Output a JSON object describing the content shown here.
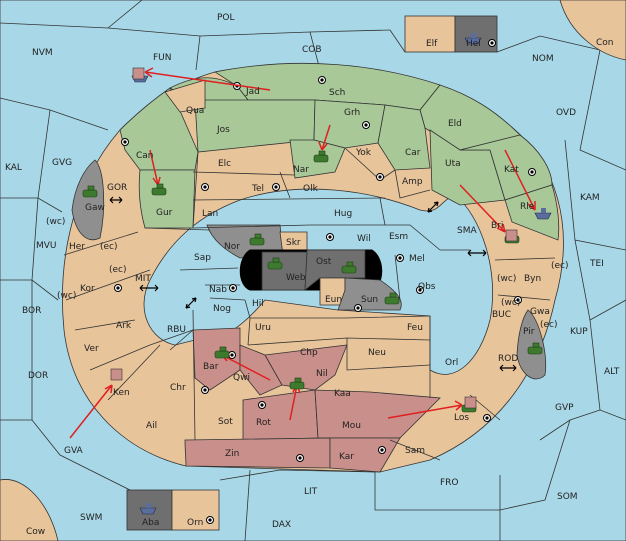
{
  "colors": {
    "sea": "#a8d8e8",
    "neutral": "#e8c49a",
    "green_power": "#a8c898",
    "rose_power": "#c98f8a",
    "grey_power": "#8f8f8f",
    "order_arrow": "#e02020",
    "army": "#3d7a2e"
  },
  "regions": {
    "pol": "POL",
    "nvm": "NVM",
    "fun": "FUN",
    "cob": "COB",
    "nom": "NOM",
    "con": "Con",
    "elf": "Elf",
    "hel": "Hel",
    "ovd": "OVD",
    "kal": "KAL",
    "gvg": "GVG",
    "kam": "KAM",
    "tei": "TEI",
    "mvu": "MVU",
    "bor": "BOR",
    "dor": "DOR",
    "kup": "KUP",
    "alt": "ALT",
    "gva": "GVA",
    "gvp": "GVP",
    "fro": "FRO",
    "som": "SOM",
    "lit": "LIT",
    "swm": "SWM",
    "dax": "DAX",
    "cow": "Cow",
    "aba": "Aba",
    "orn": "Orn",
    "jad": "Jad",
    "sch": "Sch",
    "qua": "Qua",
    "jos": "Jos",
    "grh": "Grh",
    "eld": "Eld",
    "can": "Can",
    "elc": "Elc",
    "nar": "Nar",
    "yok": "Yok",
    "car": "Car",
    "uta": "Uta",
    "kat": "Kat",
    "gor": "GOR",
    "gaw": "Gaw",
    "gur": "Gur",
    "tel": "Tel",
    "olk": "Olk",
    "amp": "Amp",
    "lan": "Lan",
    "hug": "Hug",
    "bri": "Bri",
    "rle": "Rle",
    "sma": "SMA",
    "wc1": "(wc)",
    "her": "Her",
    "ec1": "(ec)",
    "nor": "Nor",
    "skr": "Skr",
    "wil": "Wil",
    "esm": "Esm",
    "sap": "Sap",
    "ost": "Ost",
    "web": "Web",
    "mel": "Mel",
    "wc2": "(wc)",
    "byn": "Byn",
    "ec2": "(ec)",
    "ec3": "(ec)",
    "mit": "MIT",
    "kor": "Kor",
    "wc3": "(wc)",
    "nab": "Nab",
    "eun": "Eun",
    "sun": "Sun",
    "obs": "Obs",
    "wc4": "(wc)",
    "gwa": "Gwa",
    "ec4": "(ec)",
    "hil": "Hil",
    "ark": "Ark",
    "rbu": "RBU",
    "nog": "Nog",
    "uru": "Uru",
    "feu": "Feu",
    "buc": "BUC",
    "pir": "Pir",
    "ver": "Ver",
    "chp": "Chp",
    "neu": "Neu",
    "orl": "Orl",
    "rod": "ROD",
    "bar": "Bar",
    "qwi": "Qwi",
    "nil": "Nil",
    "ken": "Ken",
    "chr": "Chr",
    "kaa": "Kaa",
    "ail": "Ail",
    "sot": "Sot",
    "rot": "Rot",
    "mou": "Mou",
    "los": "Los",
    "zin": "Zin",
    "kar": "Kar",
    "sam": "Sam"
  }
}
